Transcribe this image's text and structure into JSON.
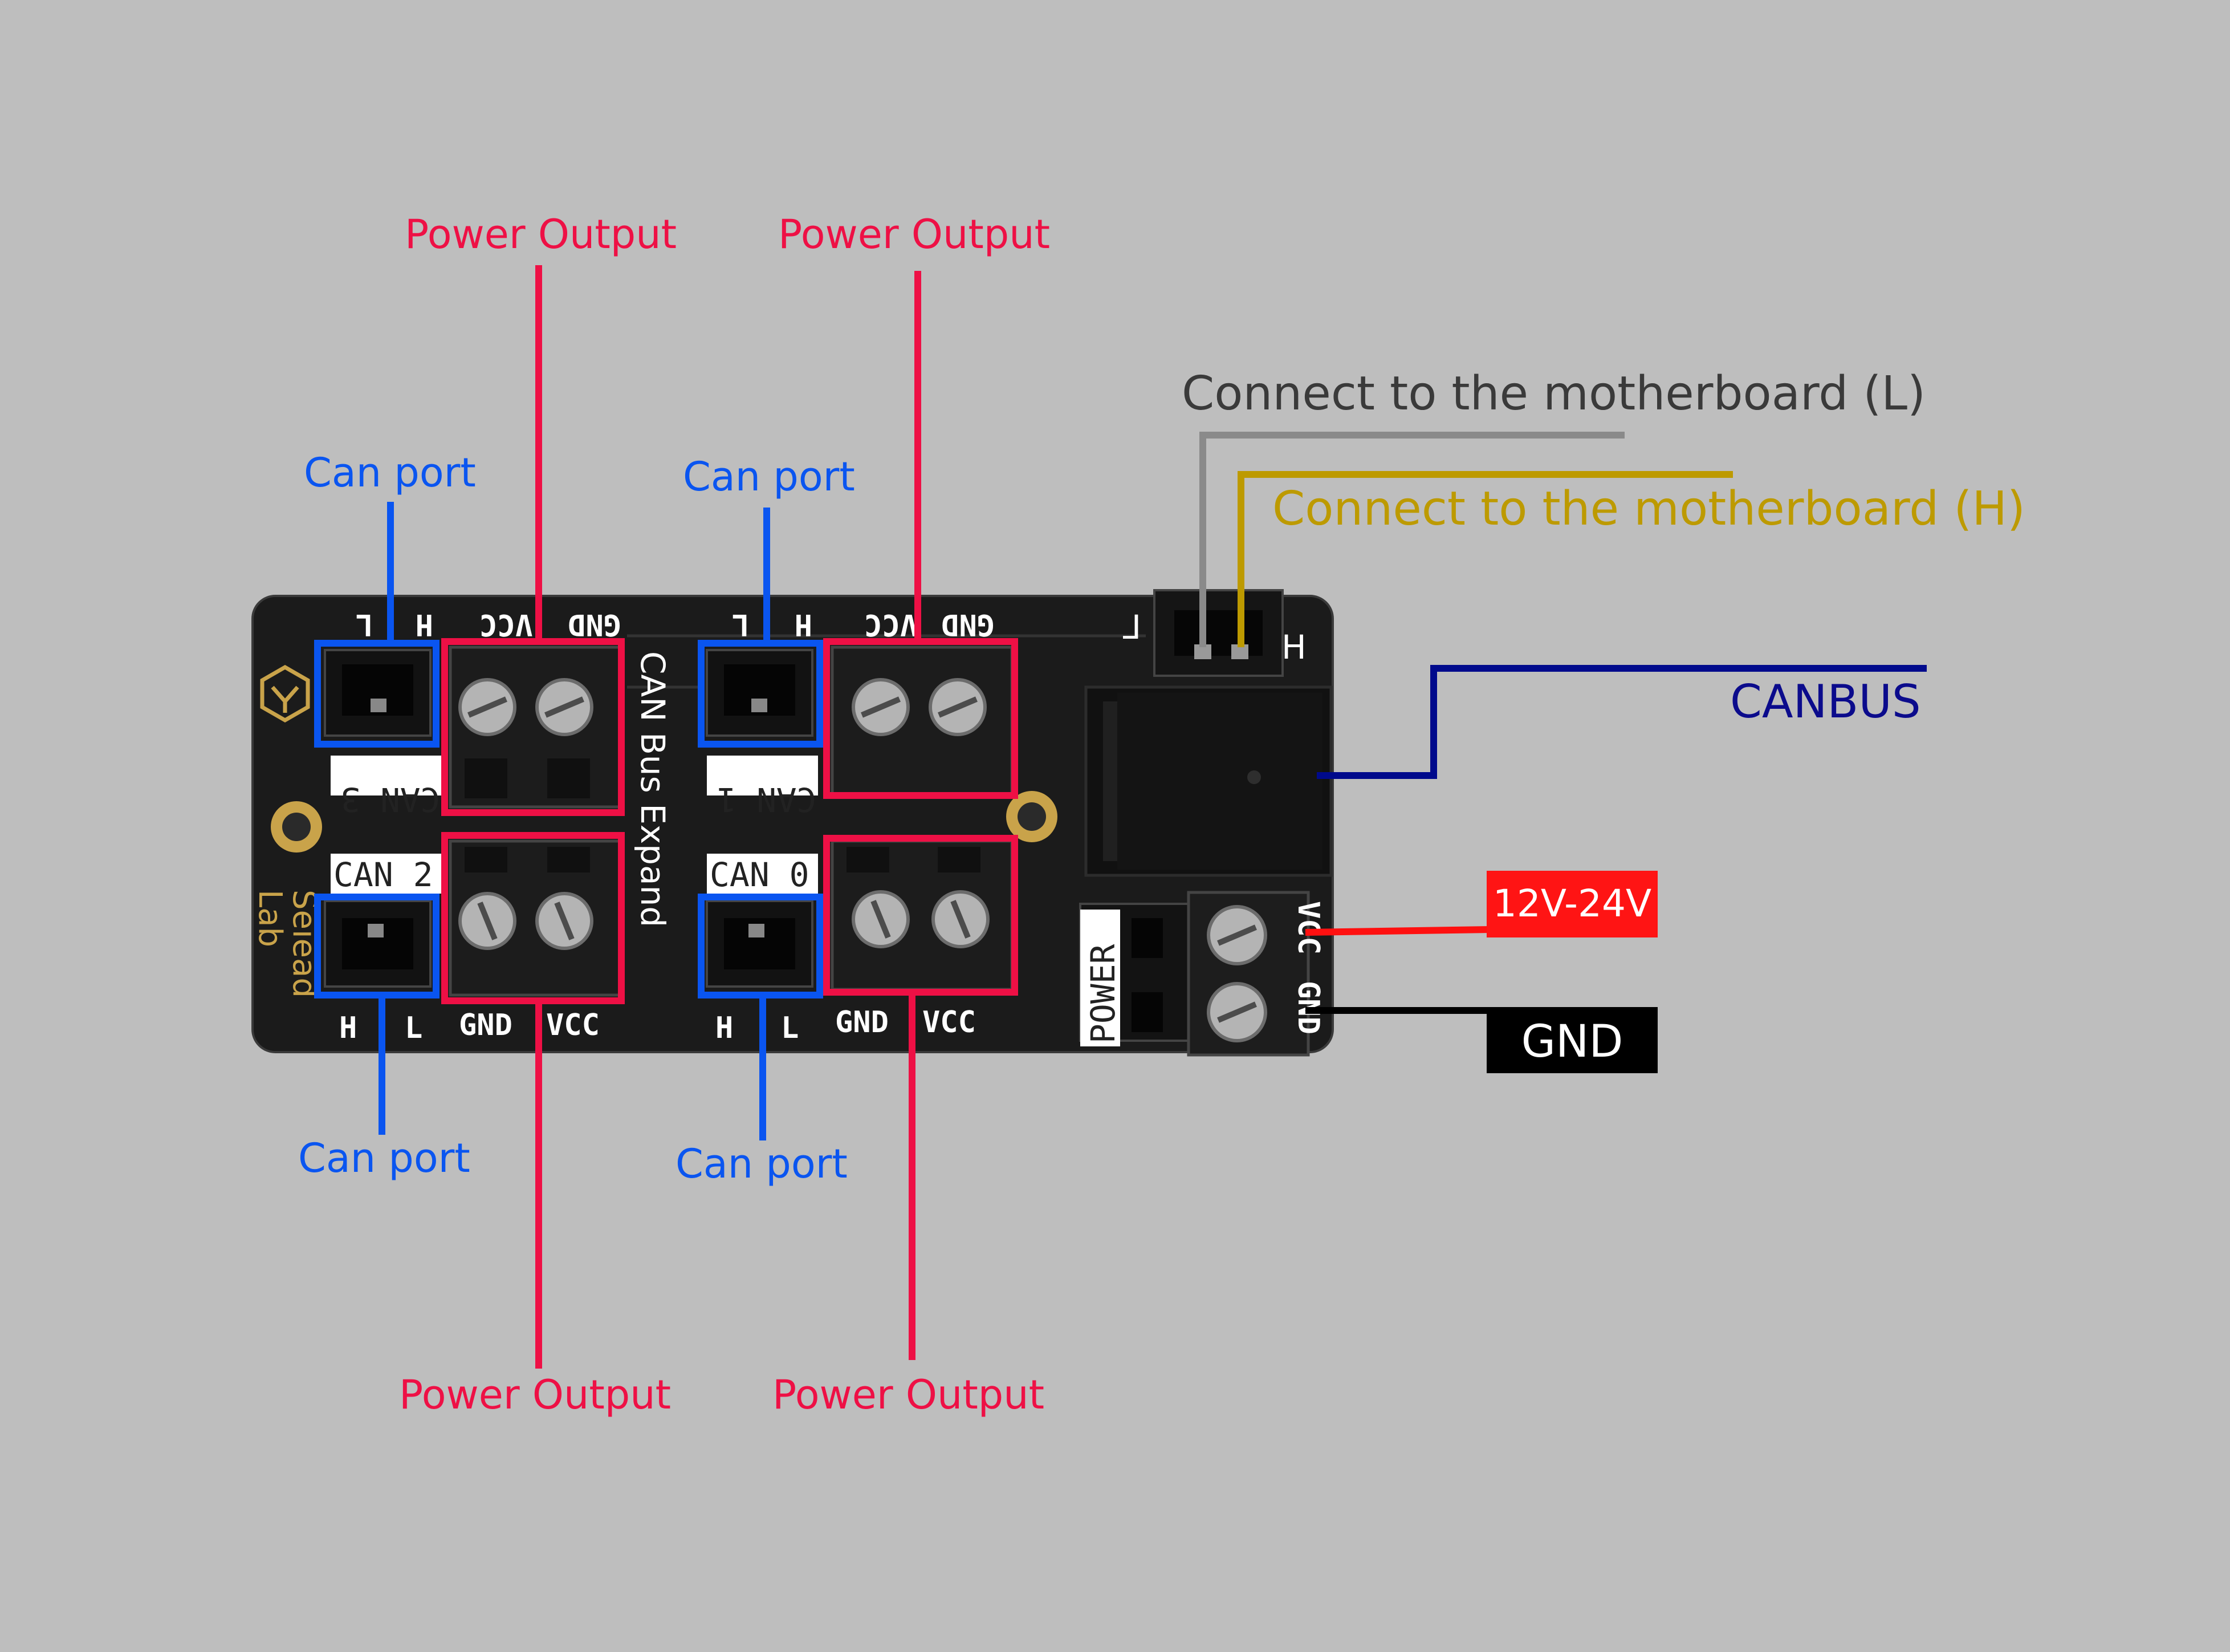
{
  "labels": {
    "power_output": "Power Output",
    "can_port": "Can port",
    "motherboard_l": "Connect to the motherboard (L)",
    "motherboard_h": "Connect to the motherboard (H)",
    "canbus": "CANBUS",
    "voltage": "12V-24V",
    "gnd": "GND"
  },
  "board": {
    "title": "CAN Bus Expand",
    "brand_top": "Seiead",
    "brand_bottom": "Lab",
    "can_ports": [
      "CAN 3",
      "CAN 1",
      "CAN 2",
      "CAN 0"
    ],
    "pin_h": "H",
    "pin_l": "L",
    "pin_gnd": "GND",
    "pin_vcc": "VCC",
    "power": "POWER",
    "power_vcc": "VCC",
    "power_gnd": "GND"
  },
  "colors": {
    "power_output": "#ee1045",
    "can_port": "#0a55f0",
    "line_l": "#8a8a8a",
    "line_h": "#bd9a00",
    "canbus": "#000a8c",
    "vcc_wire": "#ff1010",
    "gnd_wire": "#000000"
  }
}
